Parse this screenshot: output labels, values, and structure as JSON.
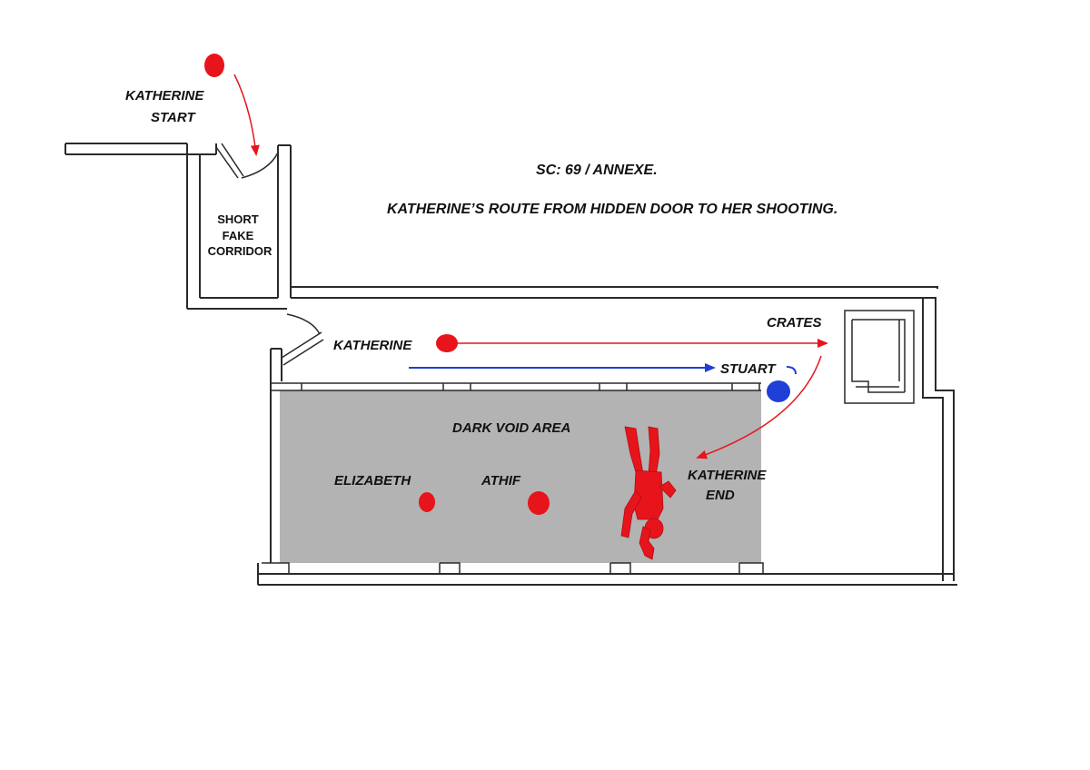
{
  "header": {
    "scene": "SC: 69  / ANNEXE.",
    "description": "KATHERINE’S ROUTE  FROM HIDDEN DOOR TO HER SHOOTING."
  },
  "labels": {
    "katherine_start_1": "KATHERINE",
    "katherine_start_2": "START",
    "corridor_1": "SHORT",
    "corridor_2": "FAKE",
    "corridor_3": "CORRIDOR",
    "katherine": "KATHERINE",
    "crates": "CRATES",
    "stuart": "STUART",
    "dark_void": "DARK VOID AREA",
    "elizabeth": "ELIZABETH",
    "athif": "ATHIF",
    "katherine_end_1": "KATHERINE",
    "katherine_end_2": "END"
  },
  "colors": {
    "katherine": "#e8141b",
    "stuart": "#1f3fd6",
    "void": "#b3b3b3",
    "wall": "#2a2a2a"
  }
}
